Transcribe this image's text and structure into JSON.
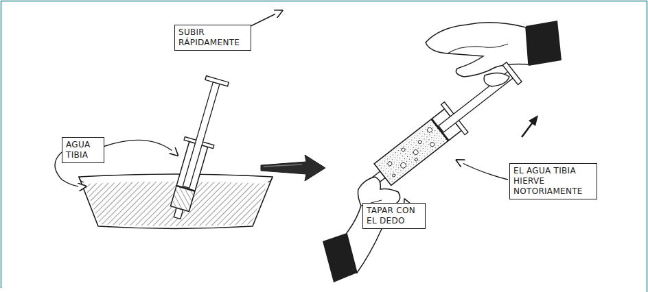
{
  "diagram": {
    "nodes": [
      {
        "text": [
          "AGUA TIBIA"
        ]
      },
      {
        "text": [
          "SUBIR RÁPIDAMENTE"
        ]
      },
      {
        "text": [
          "EL AGUA TIBIA HIERVE NOTORIAMENTE"
        ]
      },
      {
        "text": [
          "TAPAR CON EL DEDO"
        ]
      }
    ]
  }
}
